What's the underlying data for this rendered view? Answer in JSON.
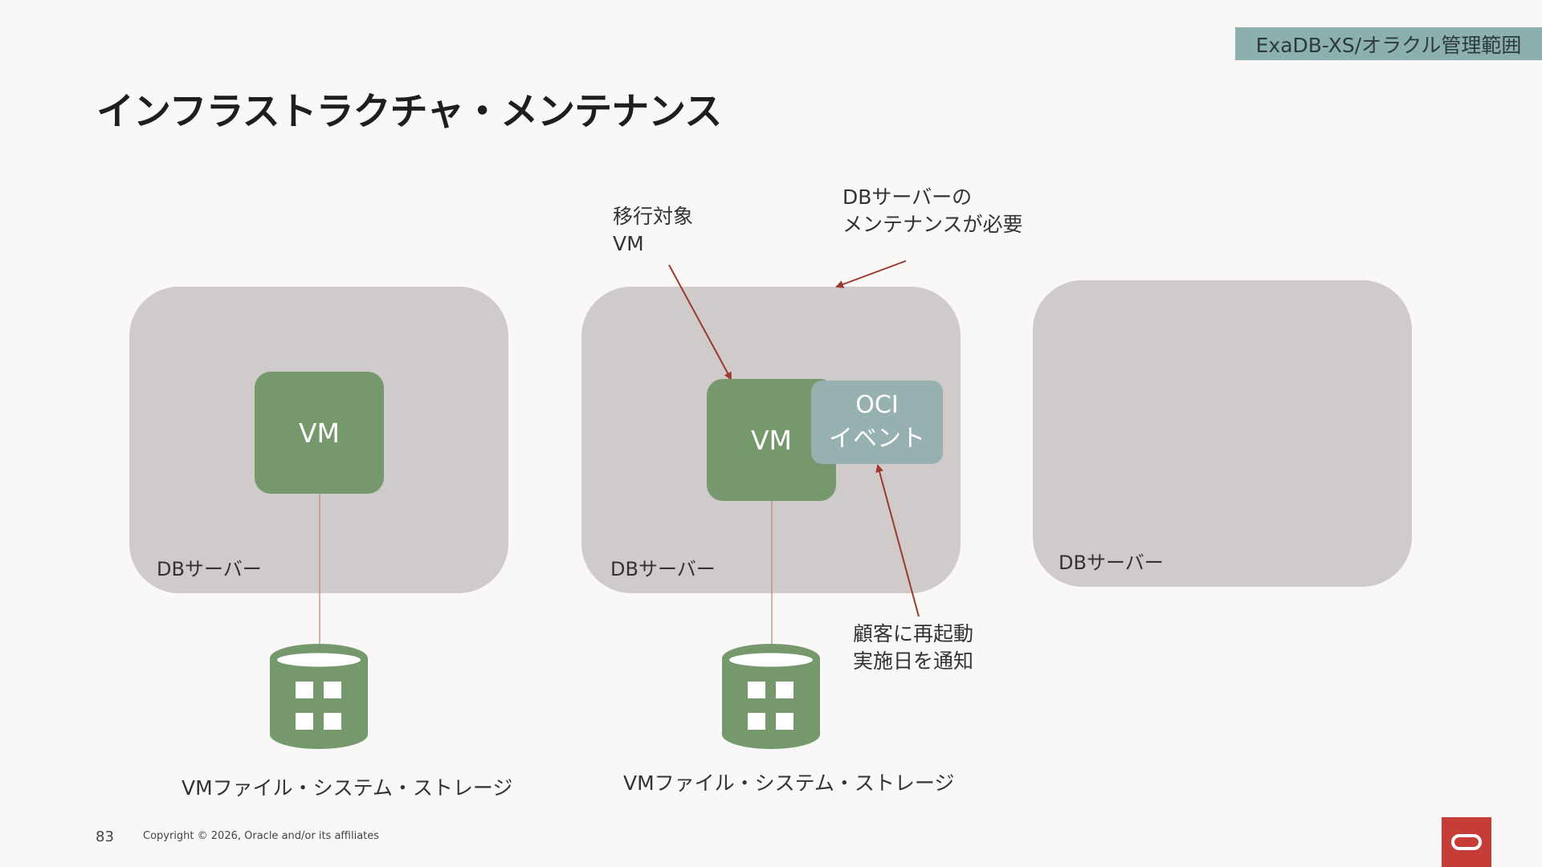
{
  "header": {
    "scope_tag": "ExaDB-XS/オラクル管理範囲",
    "title": "インフラストラクチャ・メンテナンス"
  },
  "diagram": {
    "servers": [
      {
        "label": "DBサーバー",
        "vm_label": "VM",
        "storage_label": "VMファイル・システム・ストレージ"
      },
      {
        "label": "DBサーバー",
        "vm_label": "VM",
        "storage_label": "VMファイル・システム・ストレージ"
      },
      {
        "label": "DBサーバー"
      }
    ],
    "event_box": {
      "line1": "OCI",
      "line2": "イベント"
    },
    "annotations": {
      "migration_target": {
        "line1": "移行対象",
        "line2": "VM"
      },
      "maintenance_needed": {
        "line1": "DBサーバーの",
        "line2": "メンテナンスが必要"
      },
      "notify_customer": {
        "line1": "顧客に再起動",
        "line2": "実施日を通知"
      }
    },
    "colors": {
      "server": "#d0cbca",
      "vm": "#75996c",
      "event": "#97b0b0",
      "storage": "#75996c",
      "arrow": "#9a3a30",
      "scope_tag": "#8cb0ad"
    }
  },
  "footer": {
    "page_number": "83",
    "copyright": "Copyright © 2026, Oracle and/or its affiliates"
  }
}
